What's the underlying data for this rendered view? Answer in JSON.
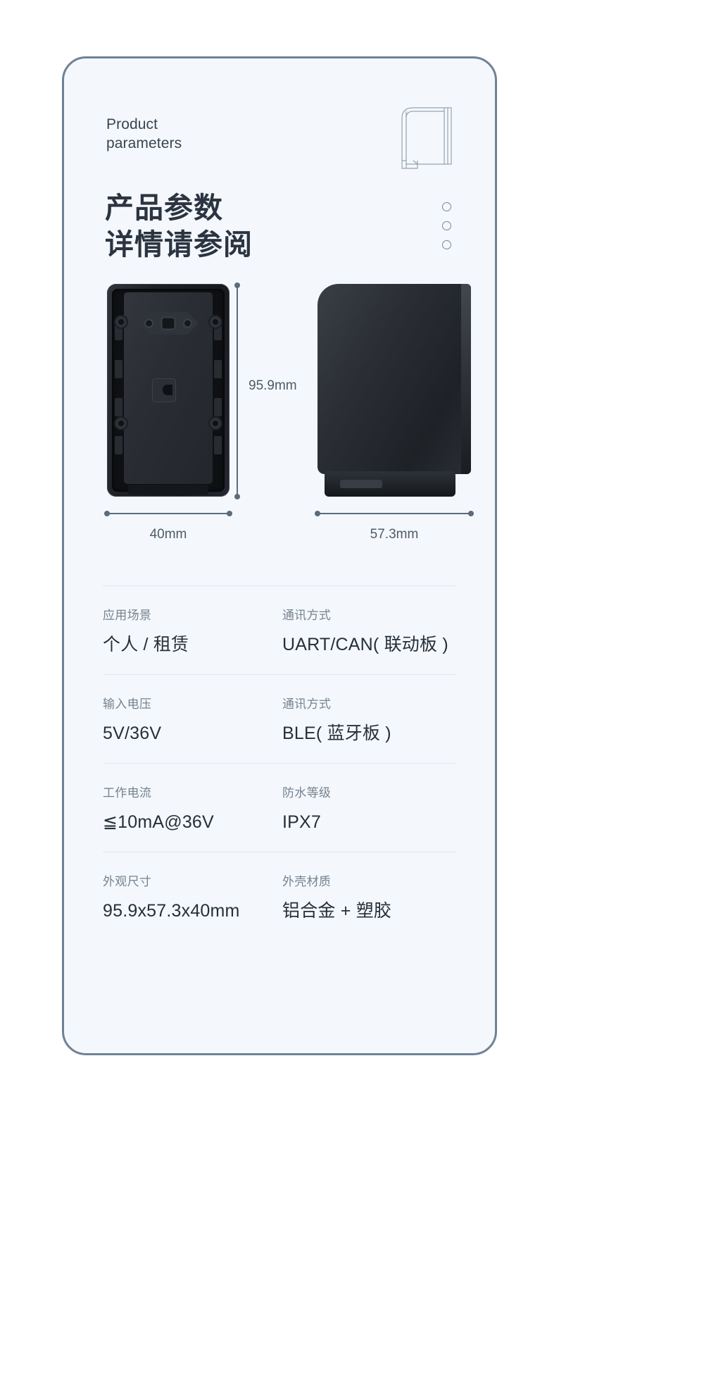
{
  "header": {
    "eyebrow": "Product\nparameters",
    "cn_title": "产品参数\n详情请参阅",
    "wireframe_icon": "device-outline-icon",
    "dots_count": 3
  },
  "figures": {
    "front": {
      "name": "device-front-open-shell-photo",
      "dimension_label": "40mm"
    },
    "side": {
      "name": "device-side-profile-photo",
      "dimension_label": "57.3mm"
    },
    "height_label": "95.9mm"
  },
  "specs": [
    {
      "left": {
        "label": "应用场景",
        "value": "个人 / 租赁"
      },
      "right": {
        "label": "通讯方式",
        "value": "UART/CAN( 联动板 )"
      }
    },
    {
      "left": {
        "label": "输入电压",
        "value": "5V/36V"
      },
      "right": {
        "label": "通讯方式",
        "value": "BLE( 蓝牙板 )"
      }
    },
    {
      "left": {
        "label": "工作电流",
        "value": "≦10mA@36V"
      },
      "right": {
        "label": "防水等级",
        "value": "IPX7"
      }
    },
    {
      "left": {
        "label": "外观尺寸",
        "value": "95.9x57.3x40mm"
      },
      "right": {
        "label": "外壳材质",
        "value": "铝合金 + 塑胶"
      }
    }
  ],
  "colors": {
    "card_border": "#6f8296",
    "card_bg": "#f4f8fc",
    "title": "#2b3440",
    "label": "#76828f",
    "value": "#262f39",
    "dimension": "#5d6b7b"
  }
}
